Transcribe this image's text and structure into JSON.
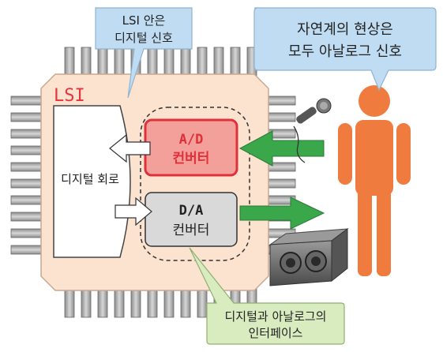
{
  "chip": {
    "title": "LSI",
    "digital_circuit_label": "디지털 회로",
    "ad_converter": {
      "line1": "A/D",
      "line2": "컨버터"
    },
    "da_converter": {
      "line1": "D/A",
      "line2": "컨버터"
    }
  },
  "callouts": {
    "lsi_digital": {
      "line1": "LSI 안은",
      "line2": "디지털 신호"
    },
    "nature_analog": {
      "line1": "자연계의 현상은",
      "line2": "모두 아날로그 신호"
    },
    "interface": {
      "line1": "디지털과 아날로그의",
      "line2": "인터페이스"
    }
  },
  "colors": {
    "chip_fill": "#fbe3d0",
    "chip_title": "#e8323c",
    "ad_fill": "#f4a09a",
    "ad_border": "#e0303a",
    "ad_text": "#e0303a",
    "da_fill": "#d9d9d9",
    "blue_callout": "#bfdcf2",
    "green_callout": "#d8ecc0",
    "green_arrow": "#3aa84a",
    "person": "#f07b3f",
    "pin": "#a9a9a9"
  },
  "icons": [
    "microphone-icon",
    "speaker-icon",
    "person-icon"
  ]
}
